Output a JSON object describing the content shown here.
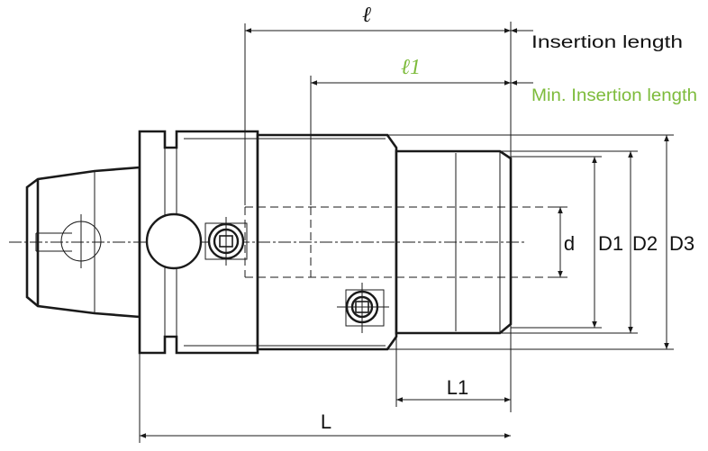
{
  "labels": {
    "l": "ℓ",
    "l1": "ℓ1",
    "insertion_length": "Insertion length",
    "min_insertion_length": "Min. Insertion length",
    "d": "d",
    "D1": "D1",
    "D2": "D2",
    "D3": "D3",
    "L1": "L1",
    "L": "L"
  },
  "colors": {
    "line": "#1a1a1a",
    "accent_green": "#7dbb3b",
    "background": "#ffffff"
  }
}
